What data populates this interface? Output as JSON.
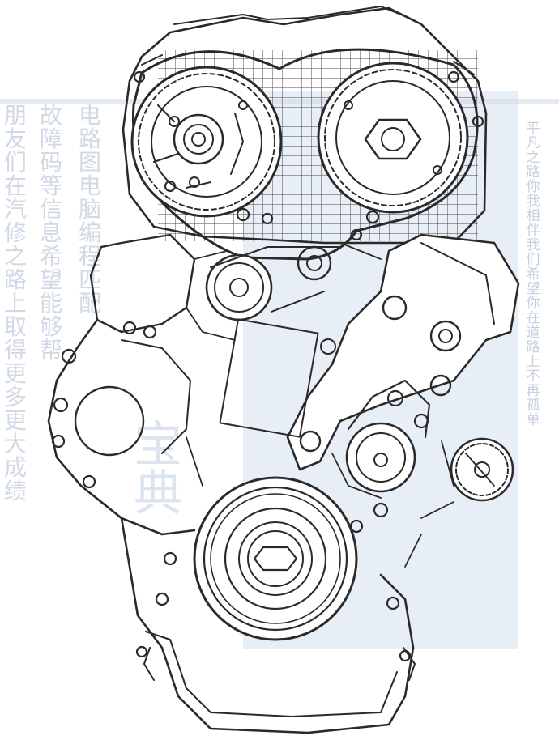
{
  "watermark": {
    "columns_left": [
      "朋友们在汽修之路上取得更多更大成绩",
      "故障码等信息希望能够帮",
      "电路图电脑编程匹配"
    ],
    "column_right": "平凡之路你我相伴我们希望你在道路上不再孤单",
    "big_chars": "宝典"
  },
  "colors": {
    "line": "#2a2a2a",
    "watermark_text": "#a8bcd4",
    "watermark_band": "#cdd9e8"
  },
  "icons": [
    "engine-line-drawing"
  ]
}
